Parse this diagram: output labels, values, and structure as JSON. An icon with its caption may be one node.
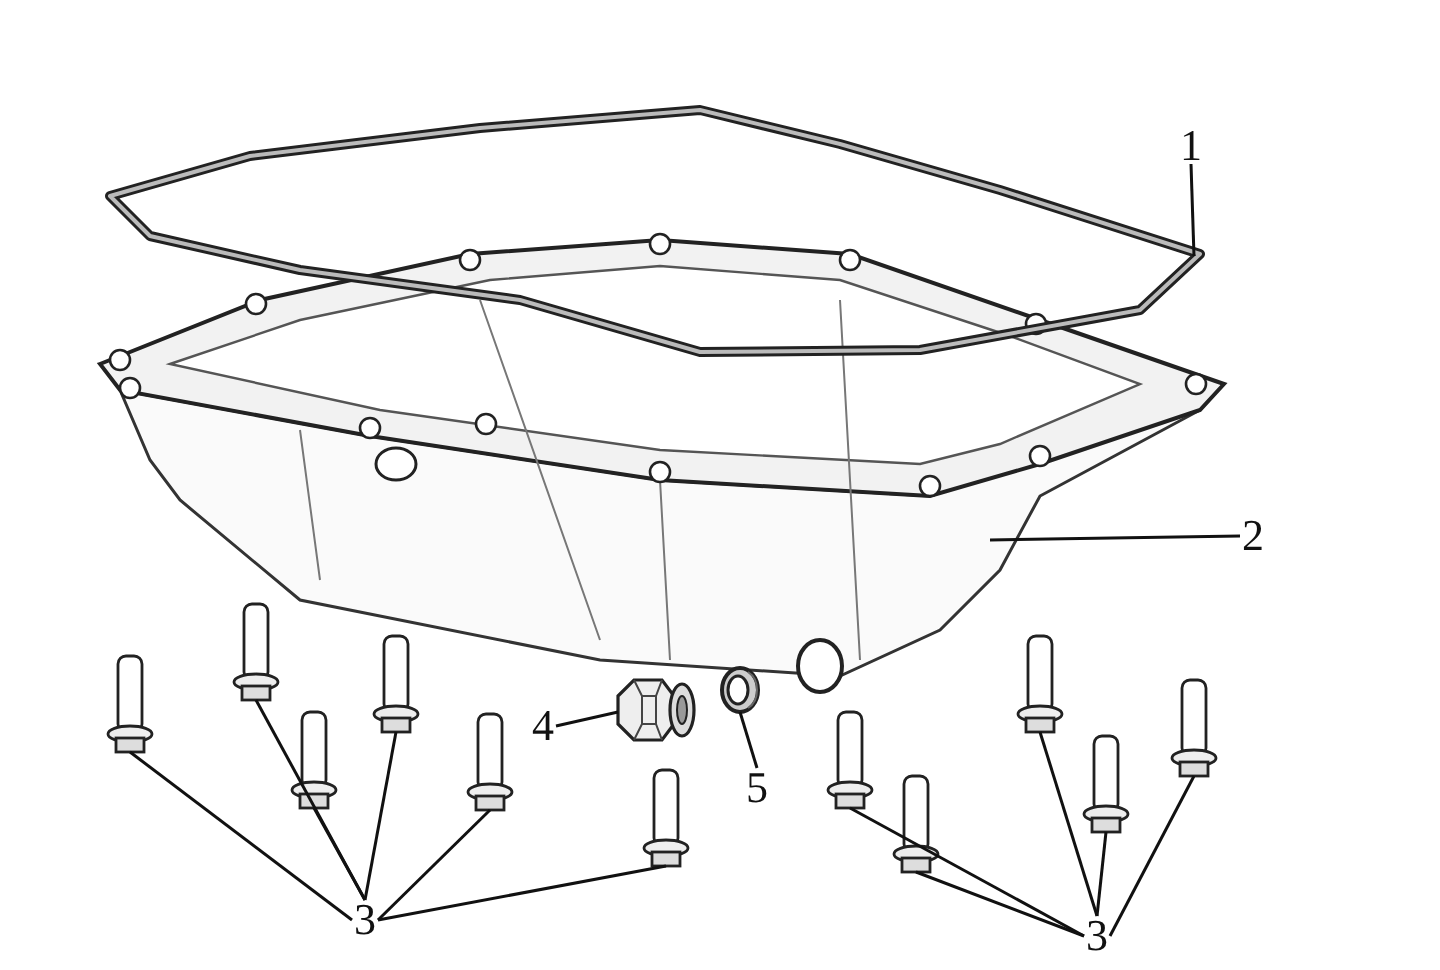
{
  "diagram": {
    "nodes": [
      {
        "text": [
          "1"
        ]
      },
      {
        "text": [],
        "shape": "picture"
      },
      {
        "text": [
          "2"
        ]
      },
      {
        "text": [],
        "shape": "picture"
      },
      {
        "text": [
          "3"
        ]
      },
      {
        "text": [],
        "shape": "picture"
      },
      {
        "text": [],
        "shape": "picture"
      },
      {
        "text": [],
        "shape": "picture"
      },
      {
        "text": [],
        "shape": "picture"
      },
      {
        "text": [],
        "shape": "picture"
      },
      {
        "text": [],
        "shape": "picture"
      },
      {
        "text": [
          "3"
        ]
      },
      {
        "text": [],
        "shape": "picture"
      },
      {
        "text": [],
        "shape": "picture"
      },
      {
        "text": [],
        "shape": "picture"
      },
      {
        "text": [],
        "shape": "picture"
      },
      {
        "text": [],
        "shape": "picture"
      },
      {
        "text": [
          "4"
        ]
      },
      {
        "text": [],
        "shape": "picture"
      },
      {
        "text": [
          "5"
        ]
      },
      {
        "text": [],
        "shape": "picture"
      }
    ],
    "edges": [
      {
        "from": 0,
        "to": 1,
        "arrow": "none"
      },
      {
        "from": 2,
        "to": 3,
        "arrow": "none"
      },
      {
        "from": 4,
        "to": 5,
        "arrow": "none"
      },
      {
        "from": 4,
        "to": 6,
        "arrow": "none"
      },
      {
        "from": 4,
        "to": 7,
        "arrow": "none"
      },
      {
        "from": 4,
        "to": 8,
        "arrow": "none"
      },
      {
        "from": 4,
        "to": 9,
        "arrow": "none"
      },
      {
        "from": 4,
        "to": 10,
        "arrow": "none"
      },
      {
        "from": 11,
        "to": 12,
        "arrow": "none"
      },
      {
        "from": 11,
        "to": 13,
        "arrow": "none"
      },
      {
        "from": 11,
        "to": 14,
        "arrow": "none"
      },
      {
        "from": 11,
        "to": 15,
        "arrow": "none"
      },
      {
        "from": 11,
        "to": 16,
        "arrow": "none"
      },
      {
        "from": 17,
        "to": 18,
        "arrow": "none"
      },
      {
        "from": 19,
        "to": 20,
        "arrow": "none"
      }
    ]
  }
}
